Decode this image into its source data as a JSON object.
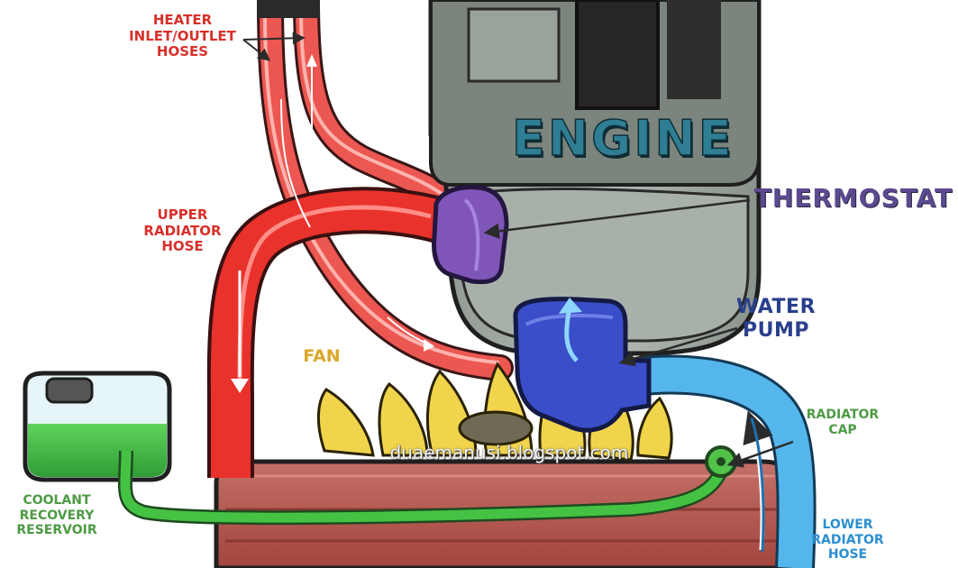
{
  "engine": {
    "label": "ENGINE"
  },
  "labels": {
    "heater_hoses": [
      "HEATER",
      "INLET/OUTLET",
      "HOSES"
    ],
    "upper_radiator_hose": [
      "UPPER",
      "RADIATOR",
      "HOSE"
    ],
    "thermostat": "THERMOSTAT",
    "water_pump": [
      "WATER",
      "PUMP"
    ],
    "fan": "FAN",
    "radiator_cap": [
      "RADIATOR",
      "CAP"
    ],
    "coolant_recovery_reservoir": [
      "COOLANT",
      "RECOVERY",
      "RESERVOIR"
    ],
    "lower_radiator_hose": [
      "LOWER",
      "RADIATOR",
      "HOSE"
    ]
  },
  "watermark": "duaemanusi.blogspot.com",
  "colors": {
    "hot_coolant": "#e8322b",
    "cool_coolant": "#55b6ec",
    "engine": "#a9b2aa",
    "thermostat": "#7f56b8",
    "water_pump": "#3a4ec9",
    "radiator": "#b85a52",
    "fan": "#f0d44c",
    "reservoir_fluid": "#3fb542"
  }
}
